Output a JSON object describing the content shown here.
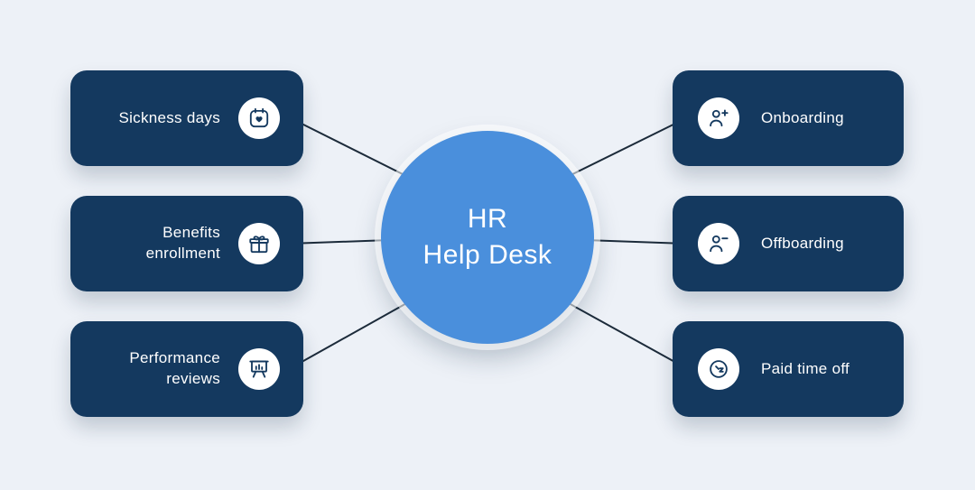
{
  "hub": {
    "line1": "HR",
    "line2": "Help Desk"
  },
  "nodes": {
    "left": [
      {
        "label": "Sickness days",
        "icon": "calendar-heart-icon"
      },
      {
        "label": "Benefits enrollment",
        "icon": "gift-icon"
      },
      {
        "label": "Performance reviews",
        "icon": "presentation-chart-icon"
      }
    ],
    "right": [
      {
        "label": "Onboarding",
        "icon": "person-plus-icon"
      },
      {
        "label": "Offboarding",
        "icon": "person-minus-icon"
      },
      {
        "label": "Paid time off",
        "icon": "clock-icon"
      }
    ]
  },
  "colors": {
    "background": "#edf1f7",
    "node": "#14395f",
    "hub": "#4a8fdc",
    "text": "#ffffff",
    "connector": "#1c2b3a"
  }
}
